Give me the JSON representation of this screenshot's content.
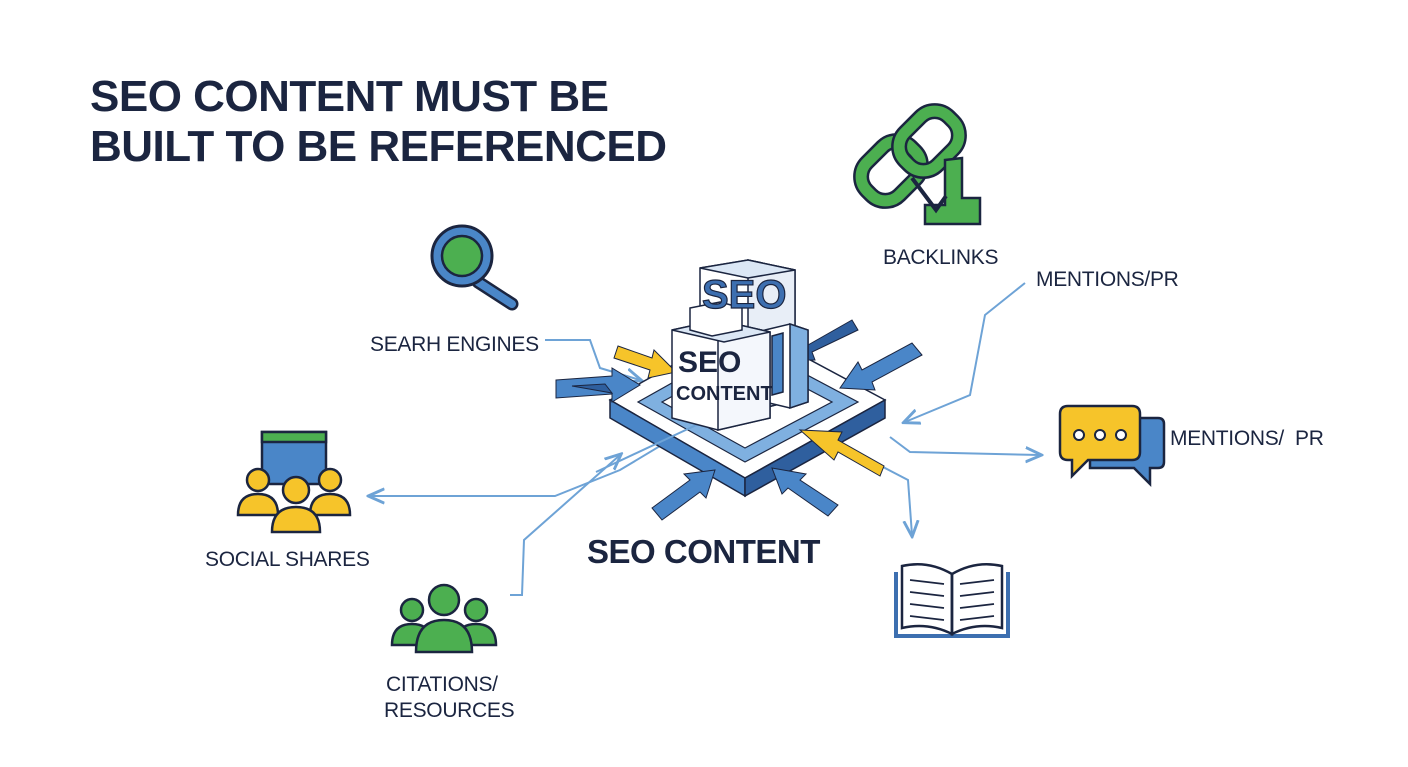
{
  "title": {
    "line1": "SEO CONTENT MUST BE",
    "line2": "BUILT TO BE REFERENCED"
  },
  "hub": {
    "label": "SEO CONTENT",
    "top_block_text": "SEO",
    "front_block_line1": "SEO",
    "front_block_line2": "CONTENT"
  },
  "nodes": {
    "search_engines": {
      "label": "SEARH ENGINES",
      "icon": "magnifier-icon"
    },
    "backlinks": {
      "label": "BACKLINKS",
      "icon": "chain-link-icon"
    },
    "mentions_top": {
      "label": "MENTIONS/PR"
    },
    "mentions_right": {
      "label": "MENTIONS/  PR",
      "icon": "speech-bubble-icon"
    },
    "social_shares": {
      "label": "SOCIAL SHARES",
      "icon": "people-screen-icon"
    },
    "citations": {
      "line1": "CITATIONS/",
      "line2": "RESOURCES",
      "icon": "group-icon"
    },
    "resources_book": {
      "icon": "open-book-icon"
    }
  },
  "colors": {
    "navy": "#1b2540",
    "blue": "#4a86c8",
    "light_blue": "#7fb0e0",
    "connector": "#6ea3d6",
    "green": "#4caf50",
    "yellow": "#f6c42a"
  }
}
